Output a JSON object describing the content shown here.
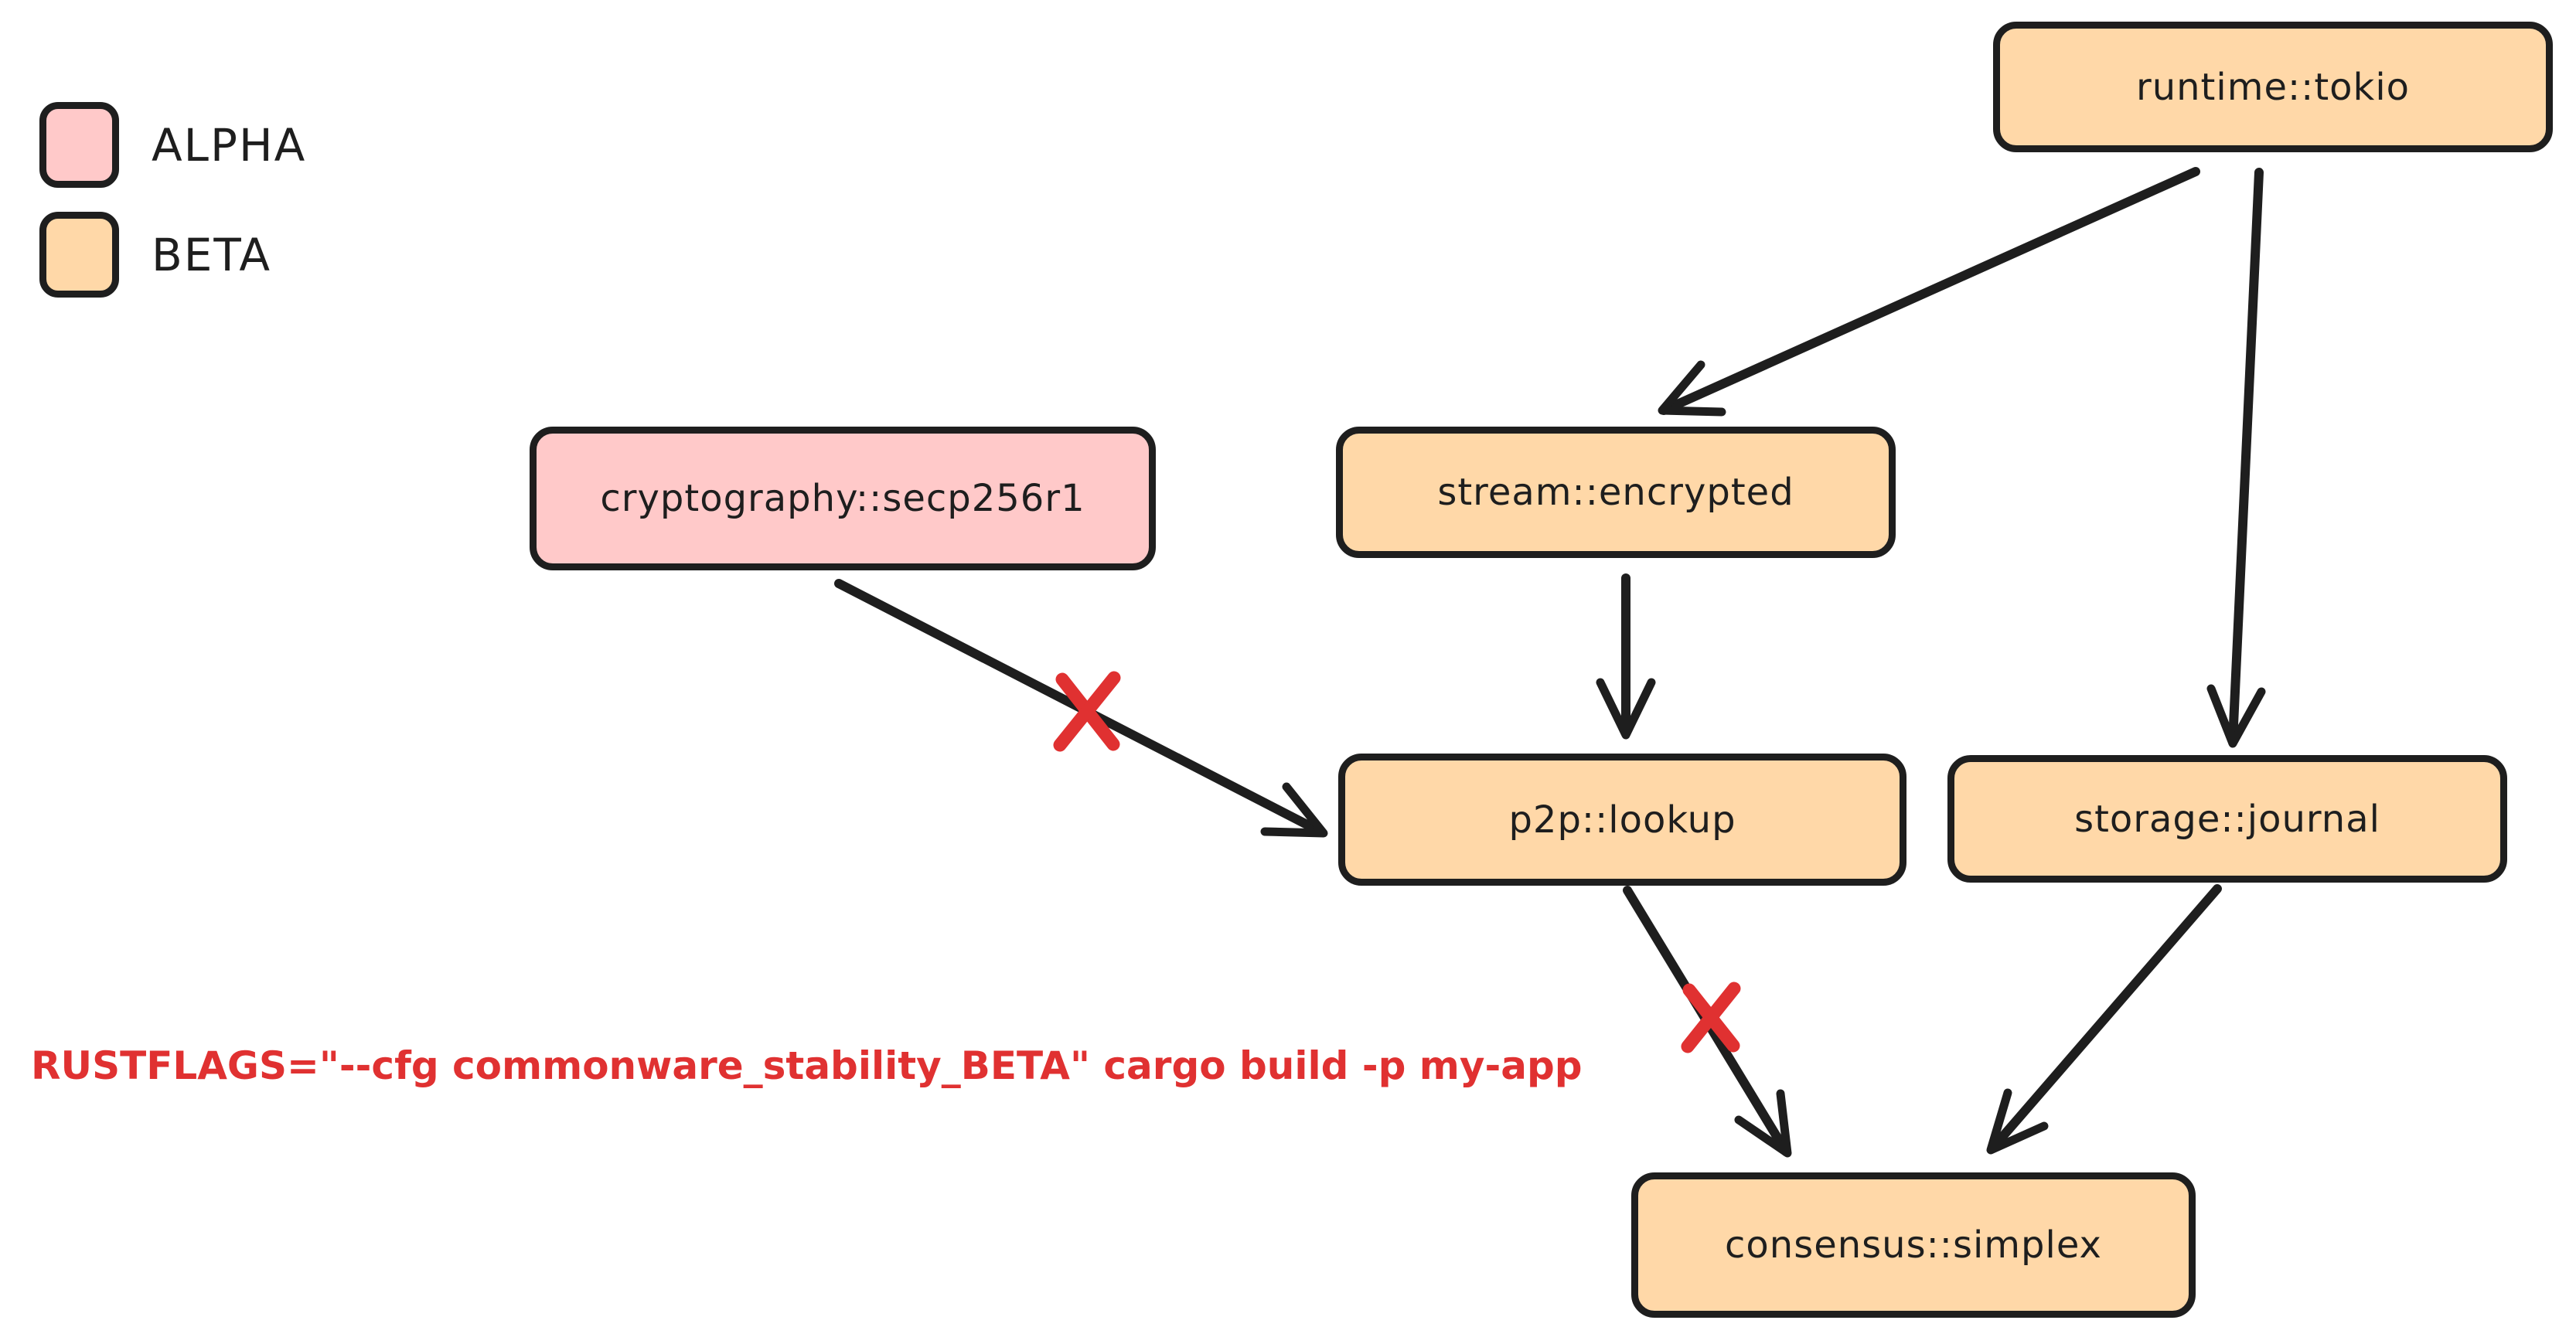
{
  "diagram": {
    "legend": [
      {
        "label": "ALPHA",
        "stability": "alpha"
      },
      {
        "label": "BETA",
        "stability": "beta"
      }
    ],
    "nodes": [
      {
        "id": "runtime-tokio",
        "label": "runtime::tokio",
        "stability": "beta"
      },
      {
        "id": "cryptography-secp256r1",
        "label": "cryptography::secp256r1",
        "stability": "alpha"
      },
      {
        "id": "stream-encrypted",
        "label": "stream::encrypted",
        "stability": "beta"
      },
      {
        "id": "p2p-lookup",
        "label": "p2p::lookup",
        "stability": "beta"
      },
      {
        "id": "storage-journal",
        "label": "storage::journal",
        "stability": "beta"
      },
      {
        "id": "consensus-simplex",
        "label": "consensus::simplex",
        "stability": "beta"
      }
    ],
    "edges": [
      {
        "from": "runtime::tokio",
        "to": "stream::encrypted",
        "blocked": false
      },
      {
        "from": "runtime::tokio",
        "to": "storage::journal",
        "blocked": false
      },
      {
        "from": "stream::encrypted",
        "to": "p2p::lookup",
        "blocked": false
      },
      {
        "from": "cryptography::secp256r1",
        "to": "p2p::lookup",
        "blocked": true
      },
      {
        "from": "p2p::lookup",
        "to": "consensus::simplex",
        "blocked": true
      },
      {
        "from": "storage::journal",
        "to": "consensus::simplex",
        "blocked": false
      }
    ]
  },
  "annotation": {
    "command": "RUSTFLAGS=\"--cfg commonware_stability_BETA\" cargo build -p my-app"
  },
  "colors": {
    "stroke": "#1e1e1e",
    "alpha_fill": "#ffc9c9",
    "beta_fill": "#ffd8a8",
    "blocked": "#e03131",
    "background": "#ffffff"
  }
}
